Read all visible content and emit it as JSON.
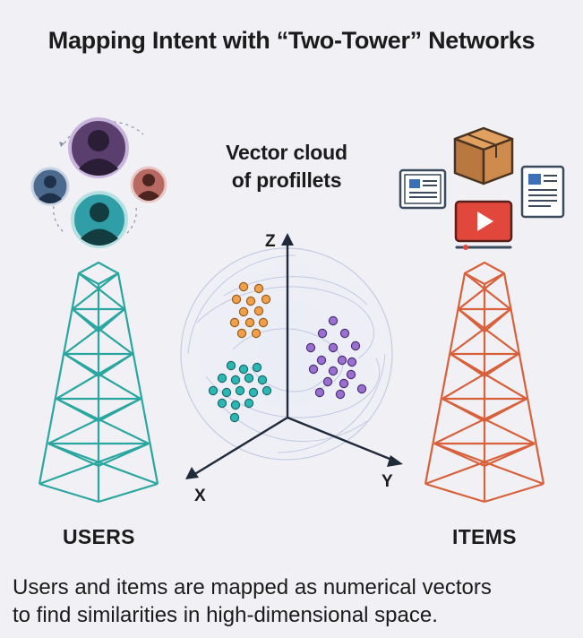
{
  "title": "Mapping Intent with “Two-Tower” Networks",
  "cloud": {
    "line1": "Vector cloud",
    "line2": "of profillets"
  },
  "axes": {
    "z": "Z",
    "x": "X",
    "y": "Y"
  },
  "towers": {
    "users": "USERS",
    "items": "ITEMS"
  },
  "caption": {
    "line1": "Users and items are mapped as numerical vectors",
    "line2": "to find similarities in high-dimensional space."
  },
  "icons": {
    "users": [
      "user-avatar-icon",
      "user-avatar-icon",
      "user-avatar-icon",
      "user-avatar-icon"
    ],
    "items": [
      "news-article-icon",
      "package-box-icon",
      "document-icon",
      "video-play-icon"
    ]
  },
  "colors": {
    "users_tower": "#2aa6a0",
    "items_tower": "#d8603a",
    "cluster_orange": "#f0a04a",
    "cluster_teal": "#2bb8b4",
    "cluster_purple": "#9b6fd0",
    "axis": "#1f2a3a"
  }
}
